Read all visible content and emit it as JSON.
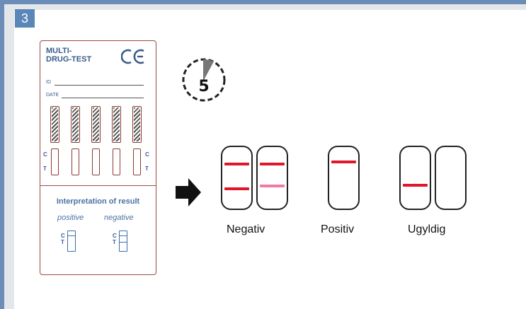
{
  "step": {
    "number": "3"
  },
  "card": {
    "title": "MULTI-\nDRUG-TEST",
    "ce_mark": "CE",
    "id_label": "ID",
    "date_label": "DATE",
    "c_label": "C",
    "t_label": "T",
    "interpretation_title": "Interpretation of result",
    "positive_label": "positive",
    "negative_label": "negative"
  },
  "timer": {
    "minutes": "5"
  },
  "icons": {
    "timer": "stopwatch-icon",
    "arrow": "arrow-right-icon"
  },
  "results": {
    "negative": {
      "label": "Negativ"
    },
    "positive": {
      "label": "Positiv"
    },
    "invalid": {
      "label": "Ugyldig"
    }
  },
  "colors": {
    "border_blue": "#6b8db8",
    "badge_blue": "#5b86b8",
    "band_red": "#e0162b",
    "band_pink": "#f07aa8",
    "card_border": "#9a4a3e"
  }
}
